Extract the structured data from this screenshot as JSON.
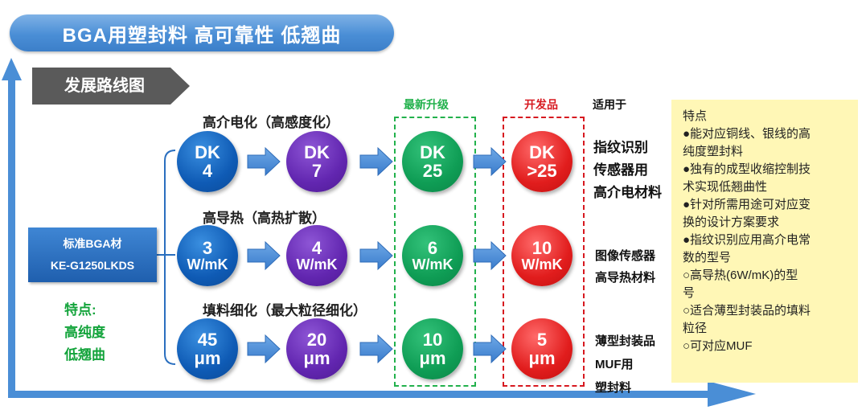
{
  "title": "BGA用塑封料 高可靠性 低翘曲",
  "roadmap_label": "发展路线图",
  "column_labels": {
    "latest": "最新升级",
    "dev": "开发品",
    "apply": "适用于"
  },
  "colors": {
    "latest": "#22b14c",
    "dev": "#d71920",
    "blue": "#0f5bb5",
    "purple": "#6226b0",
    "green": "#0f9d55",
    "red": "#e11d1d"
  },
  "rows": [
    {
      "heading": "高介电化（高感度化）",
      "stages": [
        {
          "l1": "DK",
          "l2": "4"
        },
        {
          "l1": "DK",
          "l2": "7"
        },
        {
          "l1": "DK",
          "l2": "25"
        },
        {
          "l1": "DK",
          "l2": ">25"
        }
      ],
      "apply": [
        "指纹识别",
        "传感器用",
        "高介电材料"
      ]
    },
    {
      "heading": "高导热（高热扩散）",
      "stages": [
        {
          "l1": "3",
          "l2": "W/mK"
        },
        {
          "l1": "4",
          "l2": "W/mK"
        },
        {
          "l1": "6",
          "l2": "W/mK"
        },
        {
          "l1": "10",
          "l2": "W/mK"
        }
      ],
      "apply": [
        "图像传感器",
        "高导热材料"
      ]
    },
    {
      "heading": "填料细化（最大粒径细化）",
      "stages": [
        {
          "l1": "45",
          "l2": "μm"
        },
        {
          "l1": "20",
          "l2": "μm"
        },
        {
          "l1": "10",
          "l2": "μm"
        },
        {
          "l1": "5",
          "l2": "μm"
        }
      ],
      "apply": [
        "薄型封装品",
        "MUF用",
        "塑封料"
      ]
    }
  ],
  "standard": {
    "line1": "标准BGA材",
    "line2": "KE-G1250LKDS"
  },
  "feature_left": {
    "title": "特点:",
    "items": [
      "高纯度",
      "低翘曲"
    ]
  },
  "features_box": {
    "title": "特点",
    "lines": [
      "●能对应铜线、银线的高",
      "纯度塑封料",
      "●独有的成型收缩控制技",
      "术实现低翘曲性",
      "●针对所需用途可对应变",
      "换的设计方案要求",
      "●指纹识别应用高介电常",
      "数的型号",
      "○高导热(6W/mK)的型",
      "号",
      "○适合薄型封装品的填料",
      "粒径",
      "○可对应MUF"
    ]
  }
}
